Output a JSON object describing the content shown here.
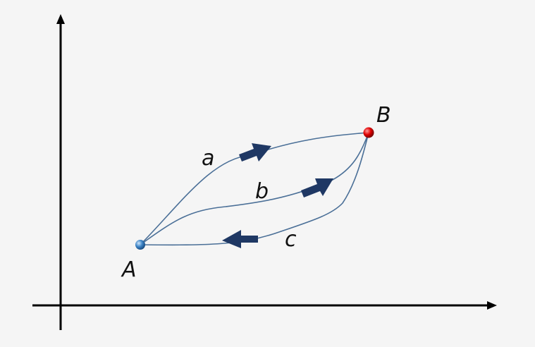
{
  "points": {
    "a_label": "A",
    "b_label": "B",
    "a_color": "#3d84c6",
    "b_color": "#e00000"
  },
  "paths": {
    "a_label": "a",
    "b_label": "b",
    "c_label": "c",
    "curve_color": "#4a6f97",
    "arrow_color": "#1f3864"
  }
}
